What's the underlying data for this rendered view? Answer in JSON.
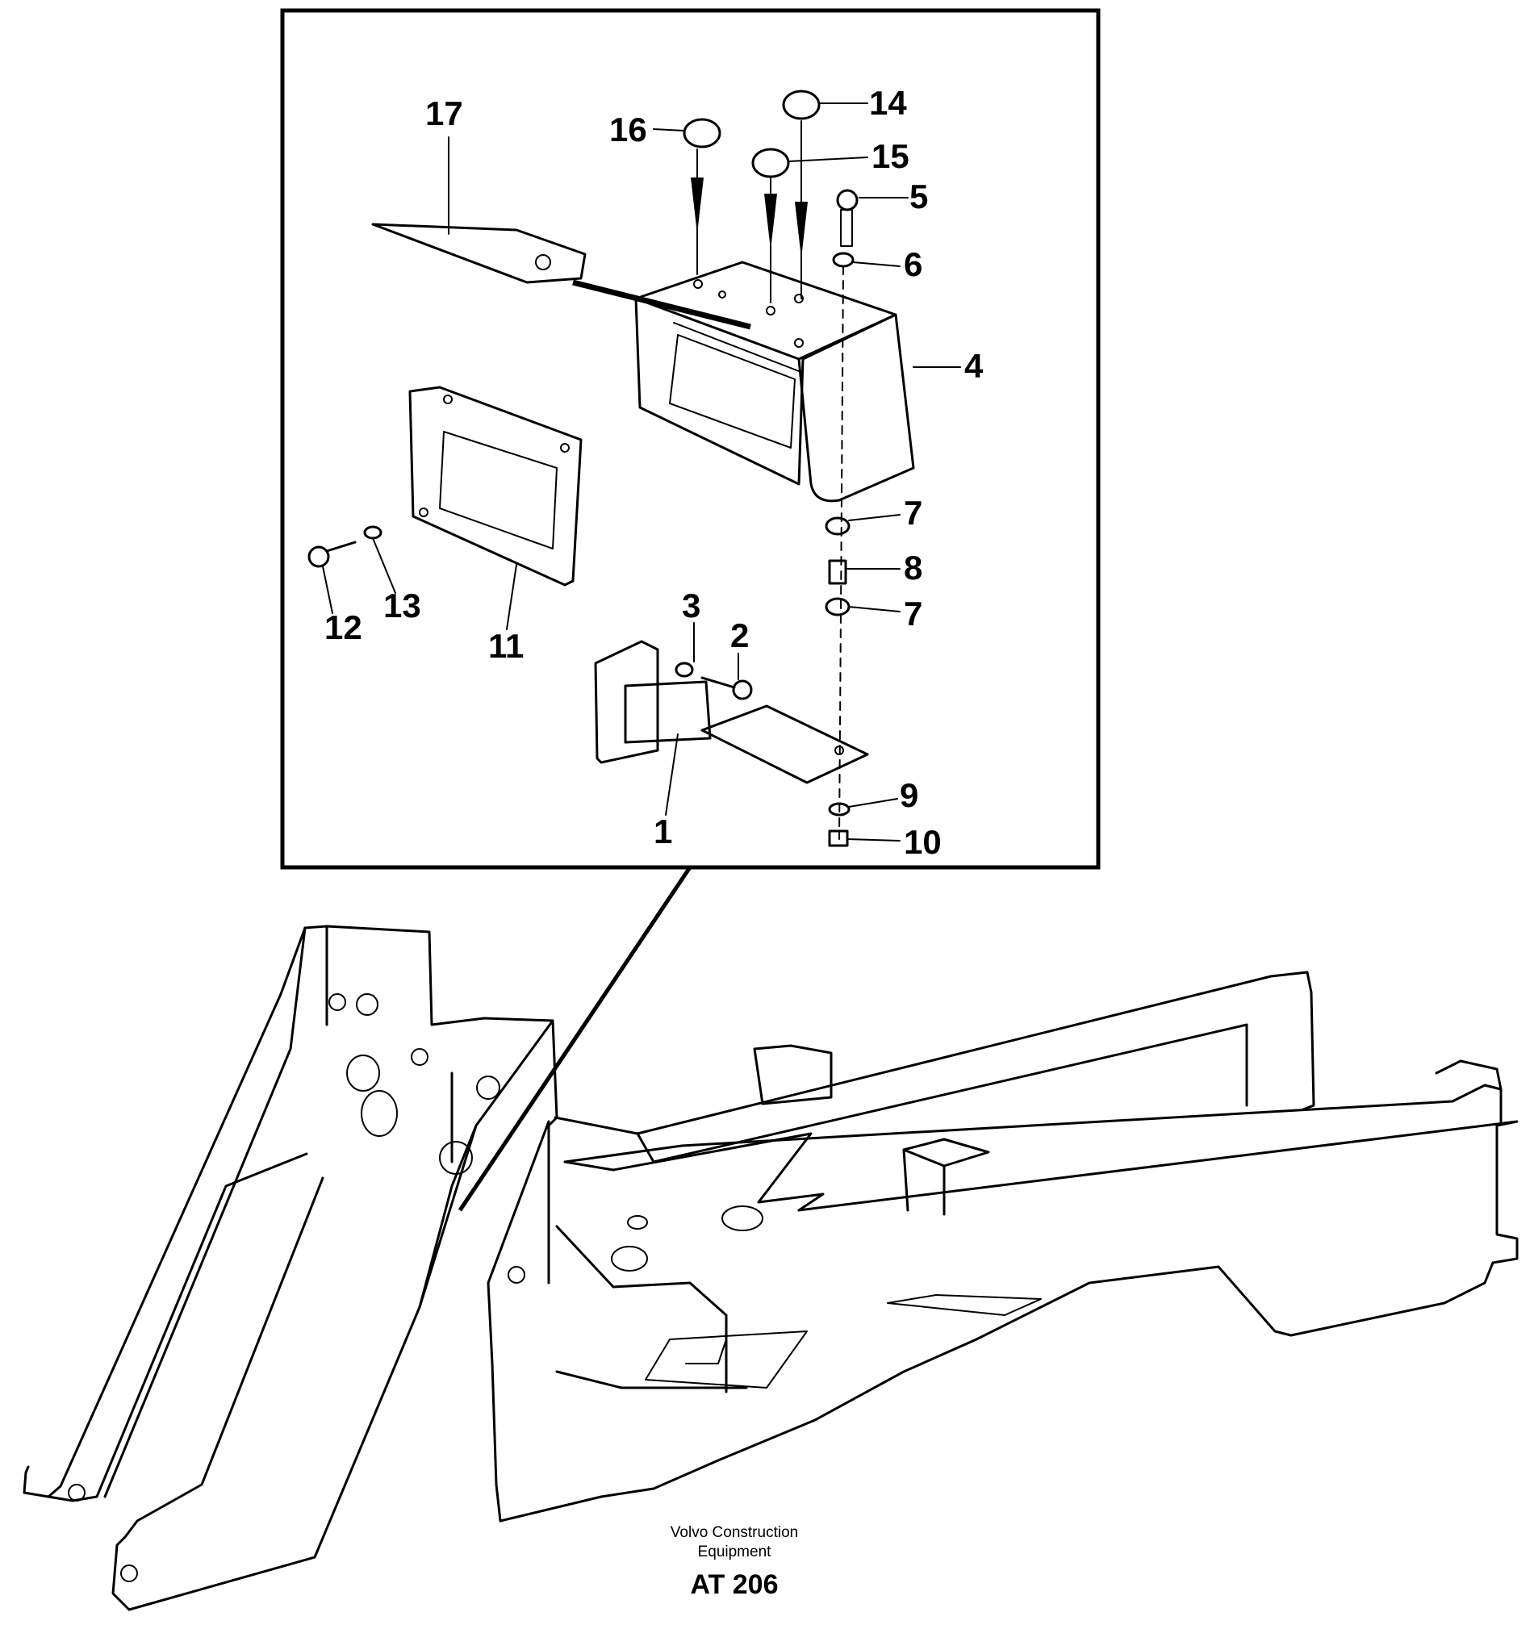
{
  "callouts": [
    "17",
    "16",
    "14",
    "15",
    "5",
    "6",
    "4",
    "7",
    "8",
    "7",
    "11",
    "12",
    "13",
    "3",
    "2",
    "1",
    "9",
    "10"
  ],
  "footer": {
    "company_line1": "Volvo Construction",
    "company_line2": "Equipment",
    "drawing_code": "AT 206"
  }
}
